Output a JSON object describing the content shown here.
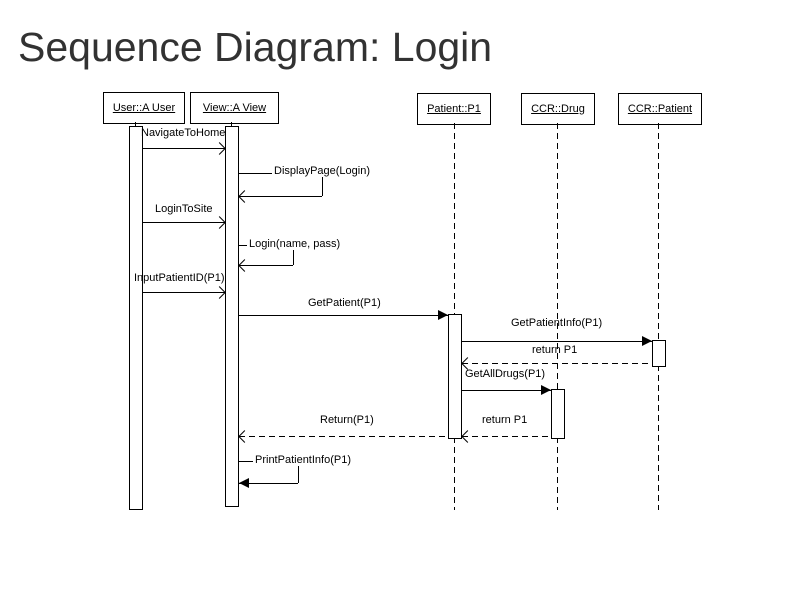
{
  "title": "Sequence Diagram: Login",
  "colors": {
    "line": "#000000",
    "title_text": "#323232",
    "background": "#ffffff"
  },
  "actors": [
    {
      "id": "user",
      "label": "User::A User"
    },
    {
      "id": "view",
      "label": "View::A View"
    },
    {
      "id": "patient",
      "label": "Patient::P1"
    },
    {
      "id": "ccr-drug",
      "label": "CCR::Drug"
    },
    {
      "id": "ccr-patient",
      "label": "CCR::Patient"
    }
  ],
  "messages": [
    {
      "label": "NavigateToHome",
      "from": "user",
      "to": "view",
      "kind": "sync",
      "line": "solid",
      "arrowhead": "open"
    },
    {
      "label": "DisplayPage(Login)",
      "from": "view",
      "to": "view",
      "kind": "self",
      "line": "solid",
      "arrowhead": "open"
    },
    {
      "label": "LoginToSite",
      "from": "user",
      "to": "view",
      "kind": "sync",
      "line": "solid",
      "arrowhead": "open"
    },
    {
      "label": "Login(name, pass)",
      "from": "view",
      "to": "view",
      "kind": "self",
      "line": "solid",
      "arrowhead": "open"
    },
    {
      "label": "InputPatientID(P1)",
      "from": "user",
      "to": "view",
      "kind": "sync",
      "line": "solid",
      "arrowhead": "open"
    },
    {
      "label": "GetPatient(P1)",
      "from": "view",
      "to": "patient",
      "kind": "sync",
      "line": "solid",
      "arrowhead": "filled"
    },
    {
      "label": "GetPatientInfo(P1)",
      "from": "patient",
      "to": "ccr-patient",
      "kind": "sync",
      "line": "solid",
      "arrowhead": "filled"
    },
    {
      "label": "return P1",
      "from": "ccr-patient",
      "to": "patient",
      "kind": "return",
      "line": "dashed",
      "arrowhead": "open"
    },
    {
      "label": "GetAllDrugs(P1)",
      "from": "patient",
      "to": "ccr-drug",
      "kind": "sync",
      "line": "solid",
      "arrowhead": "filled"
    },
    {
      "label": "return P1",
      "from": "ccr-drug",
      "to": "patient",
      "kind": "return",
      "line": "dashed",
      "arrowhead": "open"
    },
    {
      "label": "Return(P1)",
      "from": "patient",
      "to": "view",
      "kind": "return",
      "line": "dashed",
      "arrowhead": "open"
    },
    {
      "label": "PrintPatientInfo(P1)",
      "from": "view",
      "to": "view",
      "kind": "self",
      "line": "solid",
      "arrowhead": "filled"
    }
  ]
}
